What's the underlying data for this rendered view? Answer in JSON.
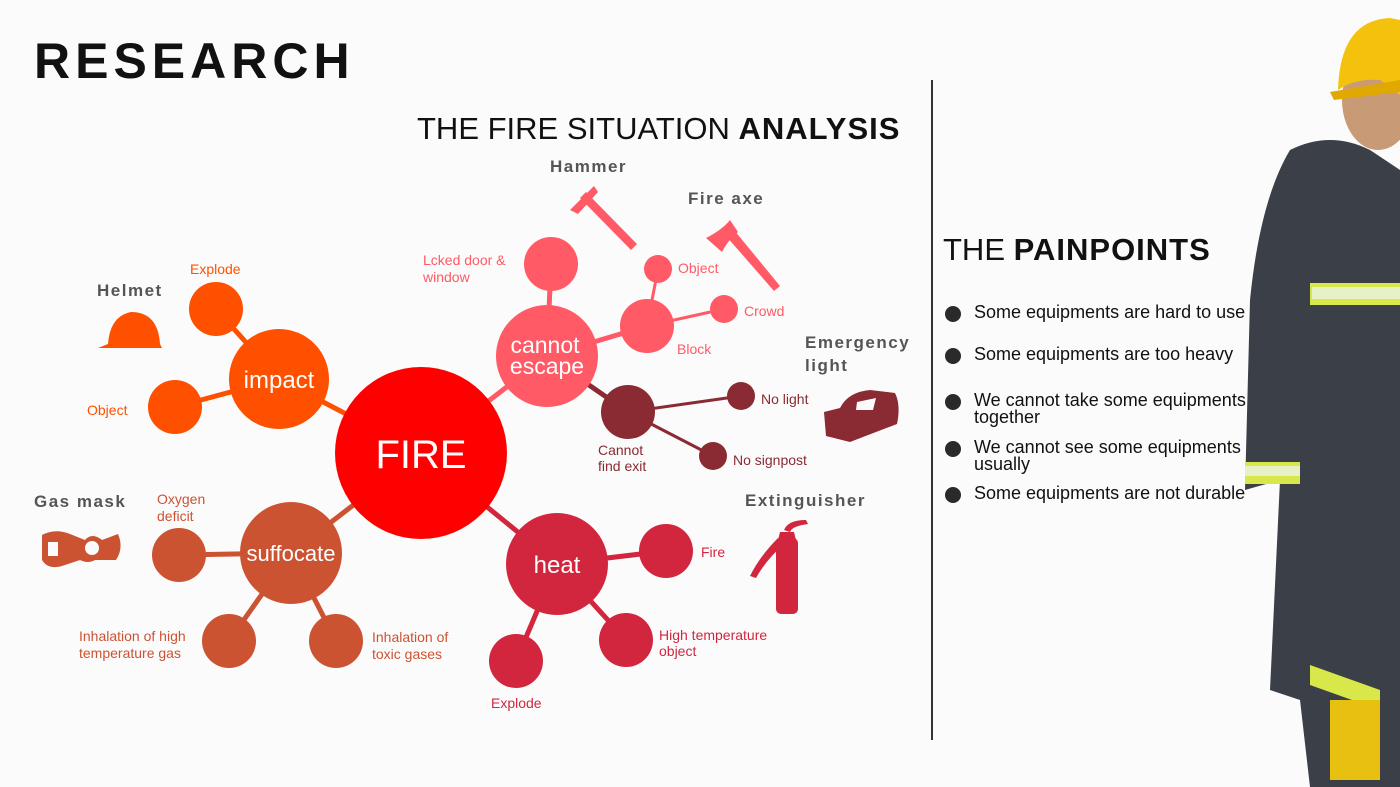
{
  "page": {
    "title": "RESEARCH"
  },
  "analysis": {
    "title_light": "THE FIRE SITUATION",
    "title_bold": "ANALYSIS",
    "center": "FIRE",
    "branches": {
      "impact": {
        "label": "impact",
        "leaves": [
          "Explode",
          "Object"
        ],
        "tool": "Helmet"
      },
      "escape": {
        "label_1": "cannot",
        "label_2": "escape",
        "locked_1": "Lcked door &",
        "locked_2": "window",
        "block": "Block",
        "object": "Object",
        "crowd": "Crowd",
        "tools": [
          "Hammer",
          "Fire axe"
        ]
      },
      "exit": {
        "label_1": "Cannot",
        "label_2": "find exit",
        "no_light": "No light",
        "no_signpost": "No signpost",
        "tool_1": "Emergency",
        "tool_2": "light"
      },
      "suffocate": {
        "label": "suffocate",
        "oxygen_1": "Oxygen",
        "oxygen_2": "deficit",
        "hot_1": "Inhalation of high",
        "hot_2": "temperature gas",
        "toxic_1": "Inhalation of",
        "toxic_2": "toxic gases",
        "tool": "Gas mask"
      },
      "heat": {
        "label": "heat",
        "fire": "Fire",
        "hot_1": "High temperature",
        "hot_2": "object",
        "explode": "Explode",
        "tool": "Extinguisher"
      }
    },
    "colors": {
      "fire": "#ff0000",
      "impact": "#ff5000",
      "escape": "#ff5a66",
      "exit": "#8a2a33",
      "suffocate": "#cc5332",
      "heat": "#d2263f"
    }
  },
  "painpoints": {
    "title_light": "THE",
    "title_bold": "PAINPOINTS",
    "items": [
      {
        "l1": "Some equipments are hard to use",
        "l2": ""
      },
      {
        "l1": "Some equipments are too heavy",
        "l2": ""
      },
      {
        "l1": "We cannot take some equipments",
        "l2": "together"
      },
      {
        "l1": "We cannot see some equipments",
        "l2": "usually"
      },
      {
        "l1": "Some equipments are not durable",
        "l2": ""
      }
    ]
  }
}
